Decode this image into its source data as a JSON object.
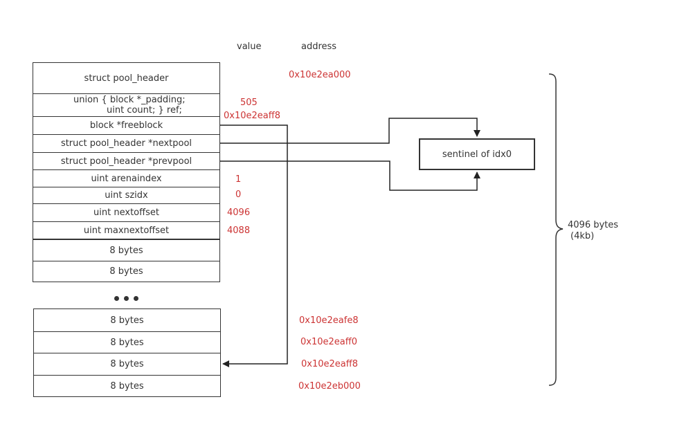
{
  "headers": {
    "value": "value",
    "address": "address"
  },
  "header_fields": [
    {
      "label": "struct pool_header",
      "value": "",
      "address": "0x10e2ea000"
    },
    {
      "label_line1": "union { block *_padding;",
      "label_line2": "uint count; } ref;",
      "value": "505",
      "address": ""
    },
    {
      "label": "block *freeblock",
      "value": "0x10e2eaff8",
      "address": ""
    },
    {
      "label": "struct pool_header *nextpool",
      "value": "",
      "address": ""
    },
    {
      "label": "struct pool_header *prevpool",
      "value": "",
      "address": ""
    },
    {
      "label": "uint arenaindex",
      "value": "1",
      "address": ""
    },
    {
      "label": "uint szidx",
      "value": "0",
      "address": ""
    },
    {
      "label": "uint nextoffset",
      "value": "4096",
      "address": ""
    },
    {
      "label": "uint maxnextoffset",
      "value": "4088",
      "address": ""
    }
  ],
  "upper_blocks": [
    "8 bytes",
    "8 bytes"
  ],
  "lower_blocks": [
    {
      "label": "8 bytes",
      "address": "0x10e2eafe8"
    },
    {
      "label": "8 bytes",
      "address": "0x10e2eaff0"
    },
    {
      "label": "8 bytes",
      "address": "0x10e2eaff8"
    },
    {
      "label": "8 bytes",
      "address": "0x10e2eb000"
    }
  ],
  "sentinel": {
    "label": "sentinel of idx0"
  },
  "size_label": {
    "line1": "4096 bytes",
    "line2": "(4kb)"
  }
}
